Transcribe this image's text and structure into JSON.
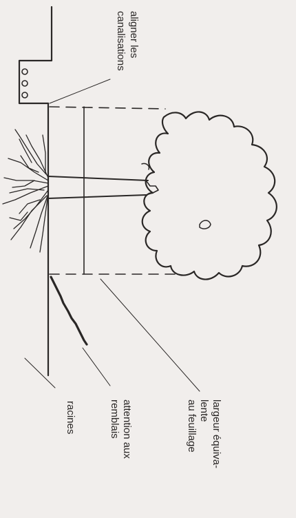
{
  "labels": {
    "pipes": [
      "aligner les",
      "canalisations"
    ],
    "canopy_width": [
      "largeur équiva-",
      "lente",
      "au feuillage"
    ],
    "backfill": [
      "attention aux",
      "remblais"
    ],
    "roots": "racines"
  }
}
